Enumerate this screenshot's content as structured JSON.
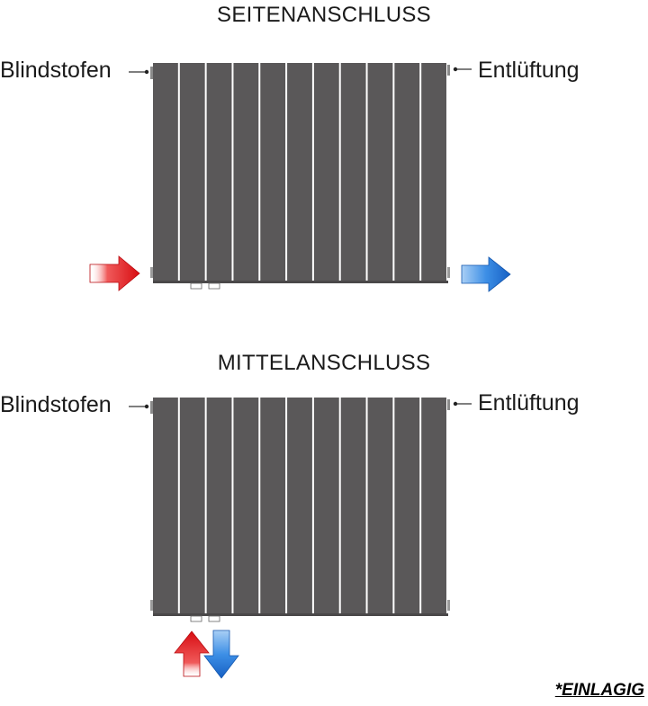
{
  "sections": [
    {
      "title": "SEITENANSCHLUSS",
      "left_label": "Blindstofen",
      "right_label": "Entlüftung",
      "connection": "side"
    },
    {
      "title": "MITTELANSCHLUSS",
      "left_label": "Blindstofen",
      "right_label": "Entlüftung",
      "connection": "middle"
    }
  ],
  "radiator": {
    "panel_count": 11,
    "panel_color": "#5a5859"
  },
  "flow_colors": {
    "supply": "#e4141b",
    "return": "#1d6fd1"
  },
  "icons": [
    "hot-supply-arrow-icon",
    "cold-return-arrow-icon"
  ],
  "footnote": "*EINLAGIG"
}
